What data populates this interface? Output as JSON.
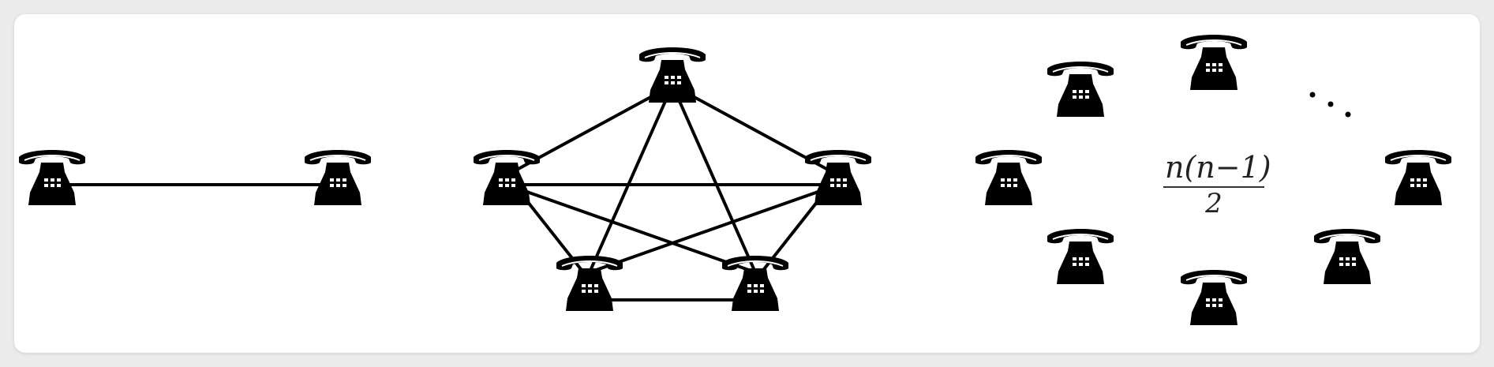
{
  "panels": [
    {
      "name": "two-phones"
    },
    {
      "name": "five-phones-complete-graph"
    },
    {
      "name": "n-phones"
    }
  ],
  "formula": {
    "numerator": "n(n−1)",
    "denominator": "2"
  },
  "ellipsis": "⋱",
  "icon": "telephone-icon",
  "colors": {
    "background": "#ebebeb",
    "card": "#ffffff",
    "ink": "#000000"
  }
}
